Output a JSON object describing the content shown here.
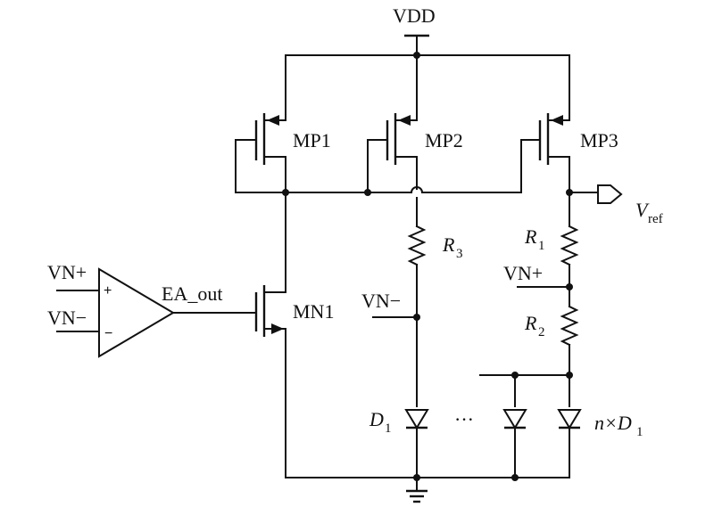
{
  "labels": {
    "vdd": "VDD",
    "mp1": "MP1",
    "mp2": "MP2",
    "mp3": "MP3",
    "mn1": "MN1",
    "ea_out": "EA_out",
    "vn_plus_amp": "VN+",
    "vn_minus_amp": "VN−",
    "vn_minus_node": "VN−",
    "vn_plus_node": "VN+",
    "vref_main": "V",
    "vref_sub": "ref",
    "r1_main": "R",
    "r1_sub": "1",
    "r2_main": "R",
    "r2_sub": "2",
    "r3_main": "R",
    "r3_sub": "3",
    "d1_main": "D",
    "d1_sub": "1",
    "nd1_main": "n×D",
    "nd1_sub": "1",
    "ellipsis": "···",
    "opamp_plus": "+",
    "opamp_minus": "−"
  },
  "icons": {
    "opamp": "opamp-triangle-icon",
    "pmos": "pmos-transistor-icon",
    "nmos": "nmos-transistor-icon",
    "resistor": "resistor-zigzag-icon",
    "diode": "diode-icon",
    "ground": "ground-icon",
    "output_port": "output-port-arrow-icon"
  }
}
